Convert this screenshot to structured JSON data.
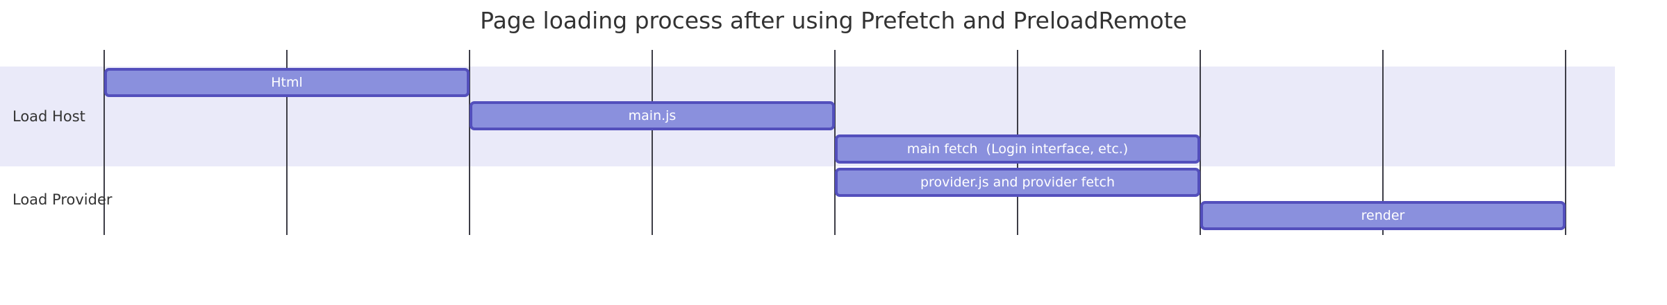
{
  "chart_data": {
    "type": "gantt",
    "title": "Page loading process after using Prefetch and PreloadRemote",
    "sections": [
      {
        "name": "Load Host",
        "rows": 3,
        "banded": true
      },
      {
        "name": "Load Provider",
        "rows": 2,
        "banded": false
      }
    ],
    "tasks": [
      {
        "label": "Html",
        "section": "Load Host",
        "row": 0,
        "start": 0,
        "end": 2
      },
      {
        "label": "main.js",
        "section": "Load Host",
        "row": 1,
        "start": 2,
        "end": 4
      },
      {
        "label": "main fetch  (Login interface, etc.)",
        "section": "Load Host",
        "row": 2,
        "start": 4,
        "end": 6
      },
      {
        "label": "provider.js and provider fetch",
        "section": "Load Provider",
        "row": 3,
        "start": 4,
        "end": 6
      },
      {
        "label": "render",
        "section": "Load Provider",
        "row": 4,
        "start": 6,
        "end": 8
      }
    ],
    "axis": {
      "units": 8,
      "gridlines": 9,
      "tick_labels": [],
      "grid": true
    },
    "legend": null,
    "colors": {
      "task_fill": "#8A90DD",
      "task_border": "#534FBC",
      "section_band": "#EAEAF9",
      "grid_line": "#3D3D46",
      "title_text": "#333333",
      "section_label_text": "#333333",
      "task_label_text": "#FFFFFF"
    }
  }
}
